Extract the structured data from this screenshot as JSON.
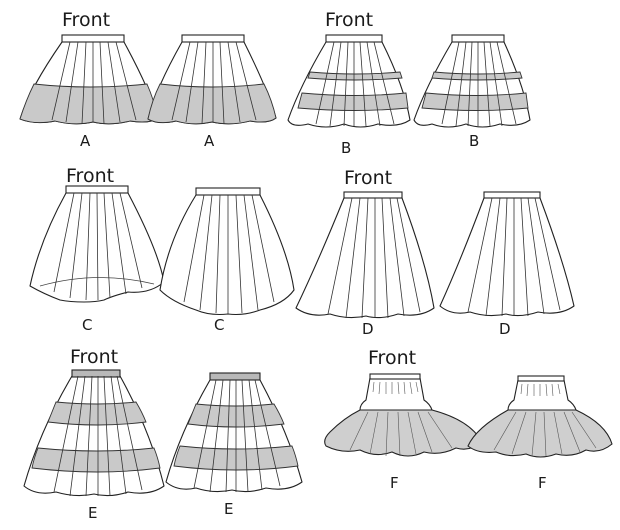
{
  "front_label": "Front",
  "views": {
    "a_front": {
      "letter": "A",
      "front": true
    },
    "a_back": {
      "letter": "A",
      "front": false
    },
    "b_front": {
      "letter": "B",
      "front": true
    },
    "b_back": {
      "letter": "B",
      "front": false
    },
    "c_front": {
      "letter": "C",
      "front": true
    },
    "c_back": {
      "letter": "C",
      "front": false
    },
    "d_front": {
      "letter": "D",
      "front": true
    },
    "d_back": {
      "letter": "D",
      "front": false
    },
    "e_front": {
      "letter": "E",
      "front": true
    },
    "e_back": {
      "letter": "E",
      "front": false
    },
    "f_front": {
      "letter": "F",
      "front": true
    },
    "f_back": {
      "letter": "F",
      "front": false
    }
  },
  "colors": {
    "line": "#222222",
    "shade": "#c9c9c9",
    "paper": "#ffffff"
  }
}
